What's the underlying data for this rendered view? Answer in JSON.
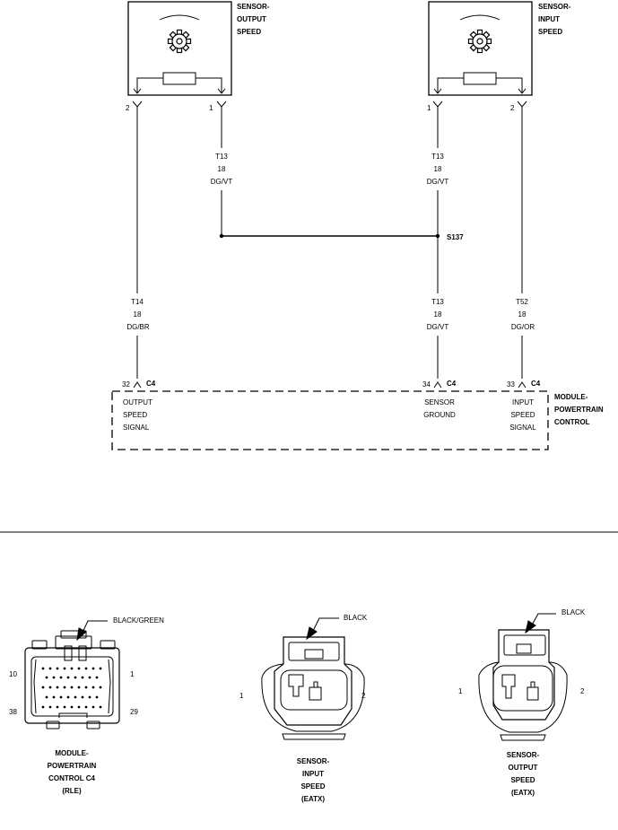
{
  "sensors": {
    "output": {
      "title": [
        "SENSOR-",
        "OUTPUT",
        "SPEED"
      ],
      "pin_left": "2",
      "pin_right": "1"
    },
    "input": {
      "title": [
        "SENSOR-",
        "INPUT",
        "SPEED"
      ],
      "pin_left": "1",
      "pin_right": "2"
    }
  },
  "wires": {
    "top_output_t13": [
      "T13",
      "18",
      "DG/VT"
    ],
    "top_input_t13": [
      "T13",
      "18",
      "DG/VT"
    ],
    "t14": [
      "T14",
      "18",
      "DG/BR"
    ],
    "t13_lower": [
      "T13",
      "18",
      "DG/VT"
    ],
    "t52": [
      "T52",
      "18",
      "DG/OR"
    ]
  },
  "splice": {
    "label": "S137"
  },
  "module": {
    "title": [
      "MODULE-",
      "POWERTRAIN",
      "CONTROL"
    ],
    "connector": "C4",
    "pins": [
      {
        "pin": "32",
        "connector": "C4",
        "signal": [
          "OUTPUT",
          "SPEED",
          "SIGNAL"
        ]
      },
      {
        "pin": "34",
        "connector": "C4",
        "signal": [
          "SENSOR",
          "GROUND"
        ]
      },
      {
        "pin": "33",
        "connector": "C4",
        "signal": [
          "INPUT",
          "SPEED",
          "SIGNAL"
        ]
      }
    ]
  },
  "connectors": {
    "pcm": {
      "color": "BLACK/GREEN",
      "pin_labels": {
        "top_left": "10",
        "top_right": "1",
        "bottom_left": "38",
        "bottom_right": "29"
      },
      "caption": [
        "MODULE-",
        "POWERTRAIN",
        "CONTROL C4",
        "(RLE)"
      ]
    },
    "input_sensor": {
      "color": "BLACK",
      "pin_labels": {
        "left": "1",
        "right": "2"
      },
      "caption": [
        "SENSOR-",
        "INPUT",
        "SPEED",
        "(EATX)"
      ]
    },
    "output_sensor": {
      "color": "BLACK",
      "pin_labels": {
        "left": "1",
        "right": "2"
      },
      "caption": [
        "SENSOR-",
        "OUTPUT",
        "SPEED",
        "(EATX)"
      ]
    }
  }
}
